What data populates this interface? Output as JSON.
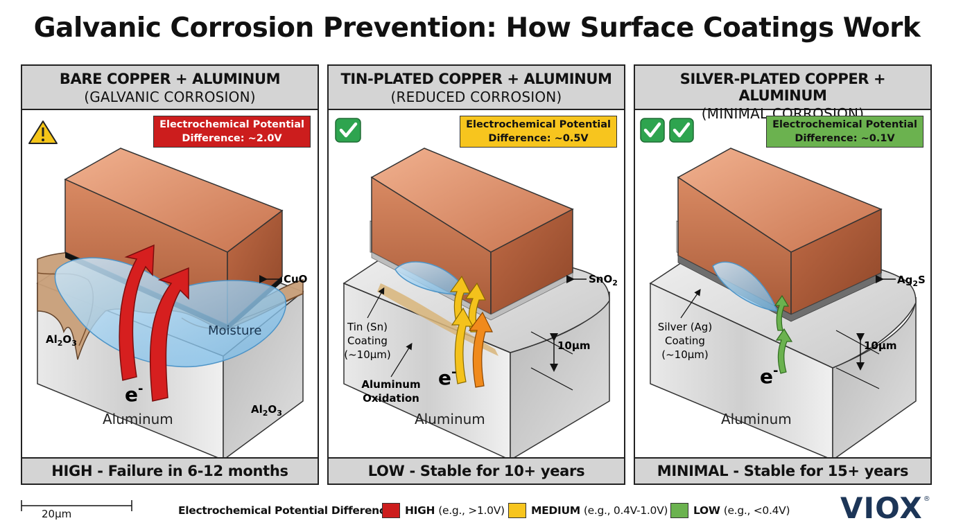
{
  "title": "Galvanic Corrosion Prevention: How Surface Coatings Work",
  "panels": [
    {
      "heading": "BARE COPPER + ALUMINUM",
      "subheading": "(GALVANIC CORROSION)",
      "status_icon": "warning-icon",
      "potential_line1": "Electrochemical Potential",
      "potential_line2": "Difference: ~2.0V",
      "potential_color": "#cc1d1d",
      "oxide_label_main": "CuO",
      "labels": {
        "moisture": "Moisture",
        "al2o3": "Al",
        "al2o3_sub1": "2",
        "al2o3_mid": "O",
        "al2o3_sub2": "3",
        "electron": "e",
        "base": "Aluminum"
      },
      "footer": "HIGH - Failure in 6-12 months"
    },
    {
      "heading": "TIN-PLATED COPPER + ALUMINUM",
      "subheading": "(REDUCED CORROSION)",
      "status_icon": "checkmark-icon",
      "potential_line1": "Electrochemical Potential",
      "potential_line2": "Difference: ~0.5V",
      "potential_color": "#f7c51e",
      "oxide_label_main": "SnO",
      "oxide_label_sub": "2",
      "labels": {
        "coating_1": "Tin (Sn)",
        "coating_2": "Coating",
        "coating_3": "(~10µm)",
        "oxidation_1": "Aluminum",
        "oxidation_2": "Oxidation",
        "thickness": "10µm",
        "electron": "e",
        "base": "Aluminum"
      },
      "footer": "LOW - Stable for 10+ years"
    },
    {
      "heading": "SILVER-PLATED COPPER + ALUMINUM",
      "subheading": "(MINIMAL CORROSION)",
      "status_icon": "double-checkmark-icon",
      "potential_line1": "Electrochemical Potential",
      "potential_line2": "Difference: ~0.1V",
      "potential_color": "#6bb24f",
      "oxide_label_main": "Ag",
      "oxide_label_sub": "2",
      "oxide_label_tail": "S",
      "labels": {
        "coating_1": "Silver (Ag)",
        "coating_2": "Coating",
        "coating_3": "(~10µm)",
        "thickness": "10µm",
        "electron": "e",
        "base": "Aluminum"
      },
      "footer": "MINIMAL - Stable for 15+ years"
    }
  ],
  "scale_bar": {
    "label": "20µm"
  },
  "legend": {
    "title": "Electrochemical Potential Difference:",
    "items": [
      {
        "level": "HIGH",
        "range": "(e.g., >1.0V)",
        "color": "#cc1d1d"
      },
      {
        "level": "MEDIUM",
        "range": "(e.g., 0.4V-1.0V)",
        "color": "#f7c51e"
      },
      {
        "level": "LOW",
        "range": "(e.g., <0.4V)",
        "color": "#6bb24f"
      }
    ]
  },
  "logo": {
    "text": "VIOX",
    "mark": "®"
  }
}
